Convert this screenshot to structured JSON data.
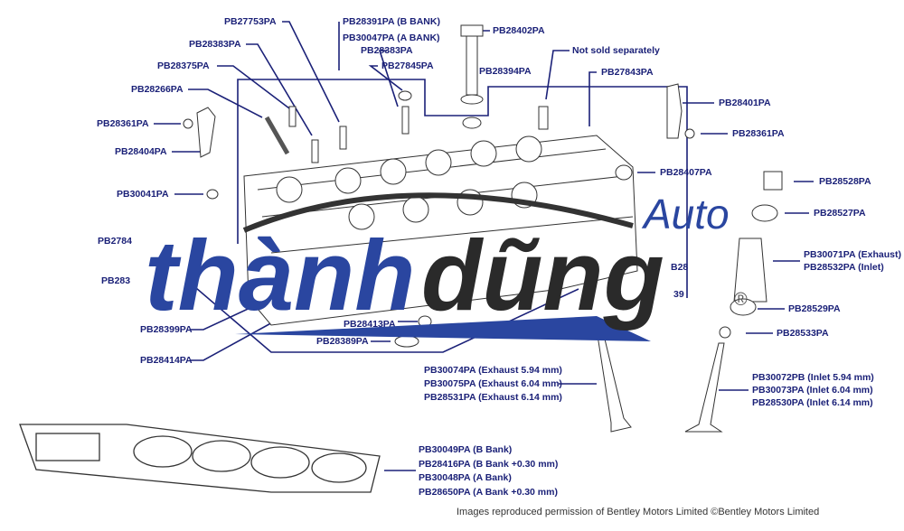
{
  "labels": {
    "pb27753": "PB27753PA",
    "pb28391": "PB28391PA (B BANK)",
    "pb30047": "PB30047PA (A BANK)",
    "pb28402": "PB28402PA",
    "pb28383_left": "PB28383PA",
    "pb28383_mid": "PB28383PA",
    "not_sold": "Not sold separately",
    "pb28375": "PB28375PA",
    "pb27845": "PB27845PA",
    "pb28394": "PB28394PA",
    "pb27843_right": "PB27843PA",
    "pb28266": "PB28266PA",
    "pb28401": "PB28401PA",
    "pb28361_left": "PB28361PA",
    "pb28361_right": "PB28361PA",
    "pb28404": "PB28404PA",
    "pb28407": "PB28407PA",
    "pb30041": "PB30041PA",
    "pb28528": "PB28528PA",
    "pb28527": "PB28527PA",
    "pb2784_partial": "PB2784",
    "pb30071": "PB30071PA (Exhaust)",
    "pb28532": "PB28532PA (Inlet)",
    "pb283_partial": "PB283",
    "pb28529": "PB28529PA",
    "pb28399": "PB28399PA",
    "pb28413": "PB28413PA",
    "pb28533": "PB28533PA",
    "pb28389": "PB28389PA",
    "pb28414": "PB28414PA",
    "pb32_partial": "B28",
    "pb39_partial": "39",
    "exhaust_valves": [
      "PB30074PA (Exhaust 5.94 mm)",
      "PB30075PA (Exhaust 6.04 mm)",
      "PB28531PA (Exhaust 6.14 mm)"
    ],
    "inlet_valves": [
      "PB30072PB (Inlet 5.94 mm)",
      "PB30073PA (Inlet 6.04 mm)",
      "PB28530PA (Inlet 6.14 mm)"
    ],
    "gaskets": [
      "PB30049PA (B Bank)",
      "PB28416PA (B Bank +0.30 mm)",
      "PB30048PA (A Bank)",
      "PB28650PA (A Bank +0.30 mm)"
    ]
  },
  "footer": "Images reproduced permission of Bentley Motors Limited ©Bentley Motors Limited",
  "watermark": {
    "part1": "thành",
    "part2": "dũng",
    "auto": "Auto",
    "registered": "®"
  },
  "colors": {
    "label": "#1b2178",
    "watermark_blue": "#2a46a0",
    "watermark_dark": "#2a2a2a"
  }
}
